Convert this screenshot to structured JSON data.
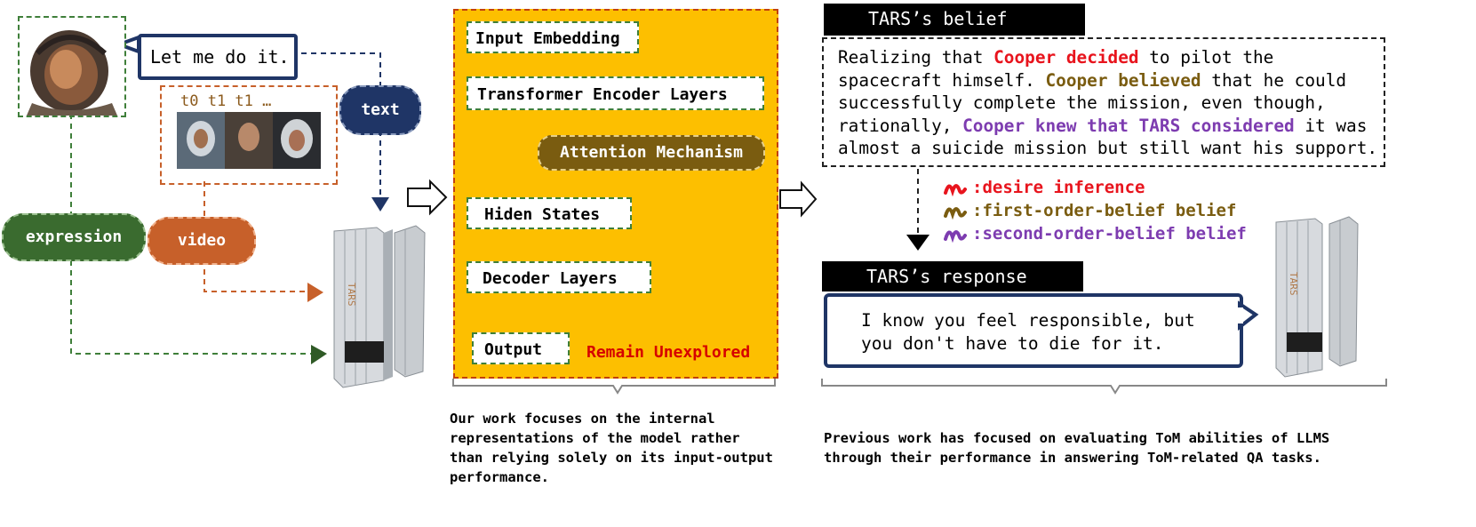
{
  "left_panel": {
    "speech_bubble": "Let me do it.",
    "frame_labels": "t0 t1 t1 …",
    "pills": {
      "text": "text",
      "expression": "expression",
      "video": "video"
    },
    "images": {
      "astronaut": "astronaut-portrait",
      "video_frames": "video-frame-thumbnails",
      "robot": "tars-robot"
    }
  },
  "model_panel": {
    "boxes": {
      "input": "Input Embedding",
      "encoder": "Transformer Encoder Layers",
      "attention": "Attention Mechanism",
      "hidden": "Hiden States",
      "decoder": "Decoder Layers",
      "output": "Output"
    },
    "remain_label": "Remain Unexplored",
    "caption": [
      "Our work focuses on the internal",
      "representations of the model rather",
      "than relying solely on its input-output",
      "performance."
    ]
  },
  "right_panel": {
    "belief_title": "TARS’s belief",
    "belief_text": {
      "l1_a": "Realizing that ",
      "l1_red": "Cooper decided",
      "l1_b": " to pilot the",
      "l2": "spacecraft himself. ",
      "l2_olive": "Cooper believed",
      "l2_b": " that he could",
      "l3": "successfully complete the mission, even though,",
      "l4_a": "rationally, ",
      "l4_purple": "Cooper knew that TARS considered",
      "l4_b": " it was",
      "l5": "almost a suicide mission but still want his support."
    },
    "legend": [
      {
        "label": ":desire inference",
        "color": "#e8141d"
      },
      {
        "label": ":first-order-belief belief",
        "color": "#7a5c10"
      },
      {
        "label": ":second-order-belief belief",
        "color": "#7d3cb0"
      }
    ],
    "response_title": "TARS’s response",
    "response_lines": [
      "I know you feel responsible, but",
      "you don't have to die for it."
    ],
    "caption": [
      "Previous work has focused on evaluating ToM abilities of LLMS",
      "through their performance in answering ToM-related QA tasks."
    ]
  },
  "colors": {
    "navy": "#1f3566",
    "green": "#3a6b2f",
    "orange_pill": "#c7602a",
    "panel_yellow": "#fdbf00",
    "red": "#e8141d",
    "olive": "#7a5c10",
    "purple": "#7d3cb0"
  }
}
